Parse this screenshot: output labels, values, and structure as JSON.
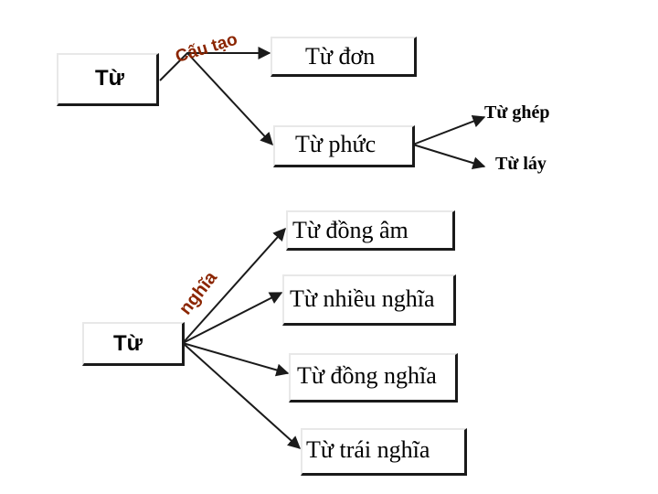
{
  "top_tree": {
    "root": "Từ",
    "edge_label": "Cấu tạo",
    "nodes": {
      "don": "Từ đơn",
      "phuc": "Từ phức",
      "ghep": "Từ ghép",
      "lay": "Từ láy"
    }
  },
  "bottom_tree": {
    "root": "Từ",
    "edge_label": "nghĩa",
    "nodes": {
      "dong_am": "Từ đồng âm",
      "nhieu_nghia": "Từ nhiều nghĩa",
      "dong_nghia": "Từ đồng nghĩa",
      "trai_nghia": "Từ trái nghĩa"
    }
  },
  "colors": {
    "edge_label": "#8b2500",
    "line": "#1a1a1a"
  }
}
